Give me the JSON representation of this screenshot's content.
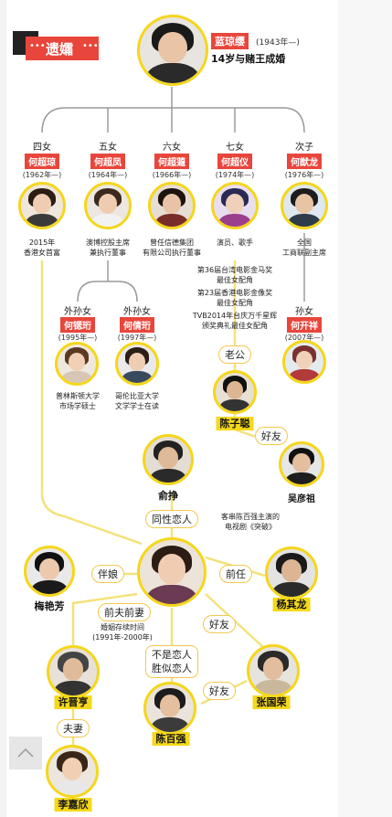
{
  "header": {
    "title": "遗孀",
    "central_name": "蓝琼缨",
    "central_years": "(1943年—)",
    "central_note": "14岁与赌王成婚"
  },
  "children": [
    {
      "rel": "四女",
      "name": "何超琼",
      "years": "(1962年—)",
      "desc": [
        "2015年",
        "香港女首富"
      ]
    },
    {
      "rel": "五女",
      "name": "何超凤",
      "years": "(1964年—)",
      "desc": [
        "澳博控股主席",
        "兼执行董事"
      ]
    },
    {
      "rel": "六女",
      "name": "何超蕸",
      "years": "(1966年—)",
      "desc": [
        "曾任信德集团",
        "有限公司执行董事"
      ]
    },
    {
      "rel": "七女",
      "name": "何超仪",
      "years": "(1974年—)",
      "desc": [
        "演员、歌手"
      ]
    },
    {
      "rel": "次子",
      "name": "何猷龙",
      "years": "(1976年—)",
      "desc": [
        "全国",
        "工商联副主席"
      ]
    }
  ],
  "awards": [
    "第36届台湾电影金马奖",
    "最佳女配角",
    "第23届香港电影金像奖",
    "最佳女配角",
    "TVB2014年台庆万千星辉",
    "颁奖典礼最佳女配角"
  ],
  "grandchildren": [
    {
      "rel": "外孙女",
      "name": "何锶珩",
      "years": "(1995年—)",
      "desc": [
        "普林斯顿大学",
        "市场学硕士"
      ]
    },
    {
      "rel": "外孙女",
      "name": "何倩珩",
      "years": "(1997年—)",
      "desc": [
        "哥伦比亚大学",
        "文学学士在读"
      ]
    },
    {
      "rel": "孙女",
      "name": "何开祥",
      "years": "(2007年—)"
    }
  ],
  "network": {
    "husband_label": "老公",
    "chen_zicong": "陈子聪",
    "friend_label_1": "好友",
    "wu_yanzu": "吴彦祖",
    "yu_zheng": "俞挣",
    "same_sex_label": "同性恋人",
    "drama_note": [
      "客串陈百强主演的",
      "电视剧《突破》"
    ],
    "mei_yanfang": "梅艳芳",
    "bridesmaid_label": "伴娘",
    "ex_label": "前任",
    "yang_qilong": "杨其龙",
    "ex_couple_label": "前夫前妻",
    "marriage_note": [
      "婚姻存续时间",
      "(1991年-2000年)"
    ],
    "friend_label_2": "好友",
    "not_lovers": [
      "不是恋人",
      "胜似恋人"
    ],
    "friend_label_3": "好友",
    "xu_jinheng": "许晋亨",
    "zhang_guorong": "张国荣",
    "chen_baiqiang": "陈百强",
    "spouse_label": "夫妻",
    "li_jiaxin": "李嘉欣"
  },
  "colors": {
    "accent_red": "#e8463c",
    "yellow": "#f5d61c",
    "line_gray": "#9a9a9a",
    "line_yellow": "#f3e27a"
  },
  "icons": {
    "back_to_top": "chevron-up-icon",
    "header_badge": "dark-square-icon"
  }
}
